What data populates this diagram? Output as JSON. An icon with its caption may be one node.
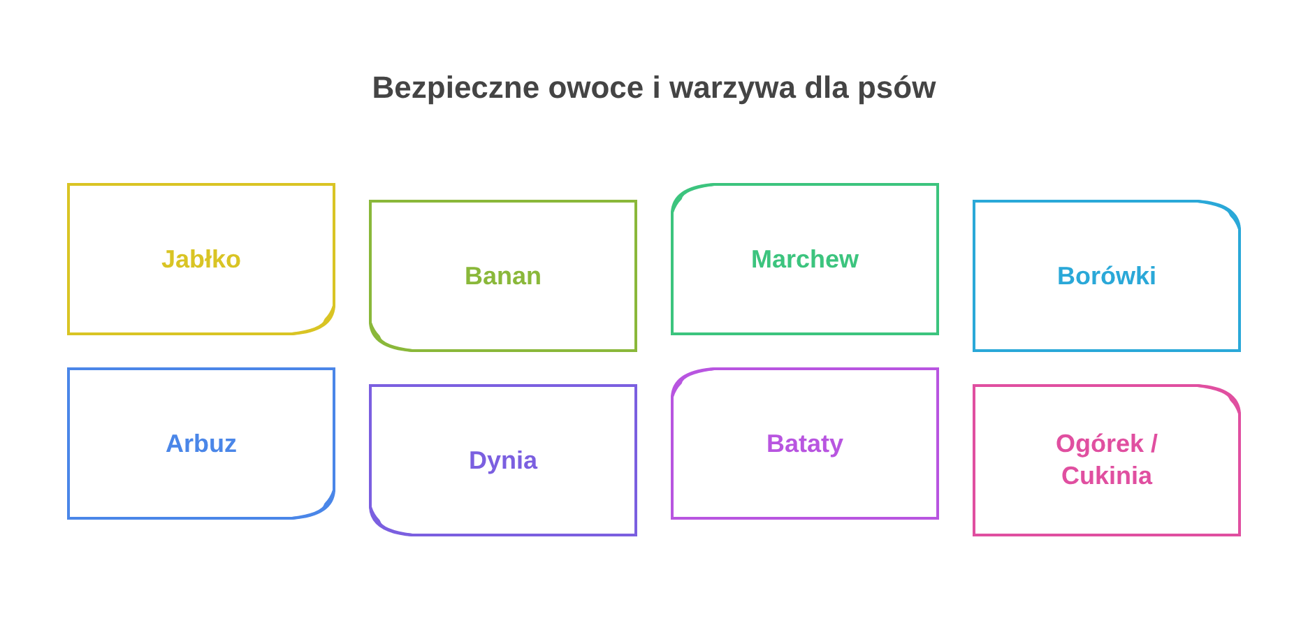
{
  "diagram": {
    "title": "Bezpieczne owoce i warzywa dla psów",
    "nodes": [
      {
        "text": [
          "Jabłko"
        ]
      },
      {
        "text": [
          "Banan"
        ]
      },
      {
        "text": [
          "Marchew"
        ]
      },
      {
        "text": [
          "Borówki"
        ]
      },
      {
        "text": [
          "Arbuz"
        ]
      },
      {
        "text": [
          "Dynia"
        ]
      },
      {
        "text": [
          "Bataty"
        ]
      },
      {
        "text": [
          "Ogórek / Cukinia"
        ]
      }
    ],
    "edges": []
  }
}
